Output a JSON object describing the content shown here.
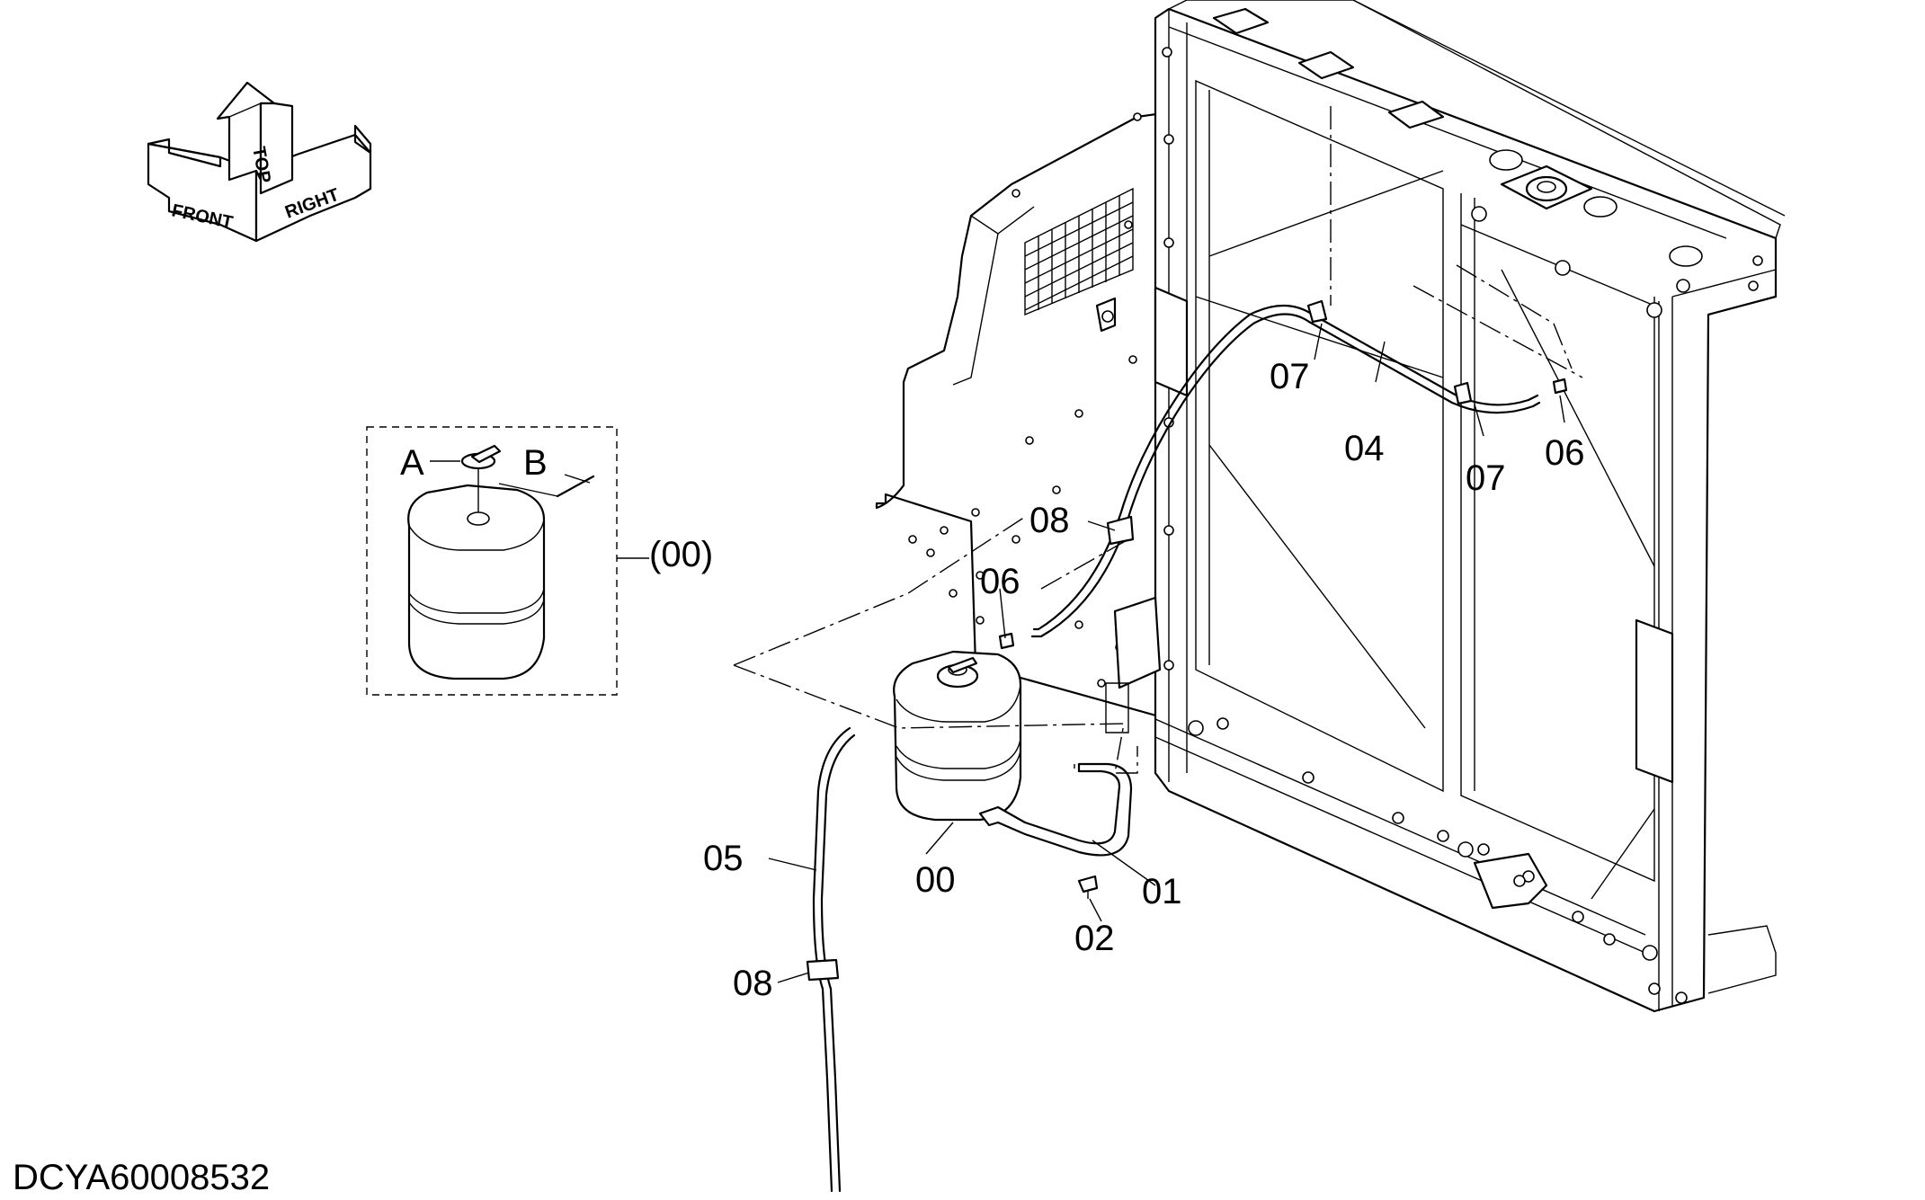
{
  "diagram": {
    "drawing_code": "DCYA60008532",
    "orientation": {
      "labels": [
        "FRONT",
        "TOP",
        "RIGHT"
      ]
    },
    "detail_view": {
      "callout": "(00)",
      "part_labels": [
        "A",
        "B"
      ]
    },
    "callouts": {
      "c00": "00",
      "c01": "01",
      "c02": "02",
      "c04": "04",
      "c05": "05",
      "c06a": "06",
      "c06b": "06",
      "c07a": "07",
      "c07b": "07",
      "c08a": "08",
      "c08b": "08"
    }
  }
}
